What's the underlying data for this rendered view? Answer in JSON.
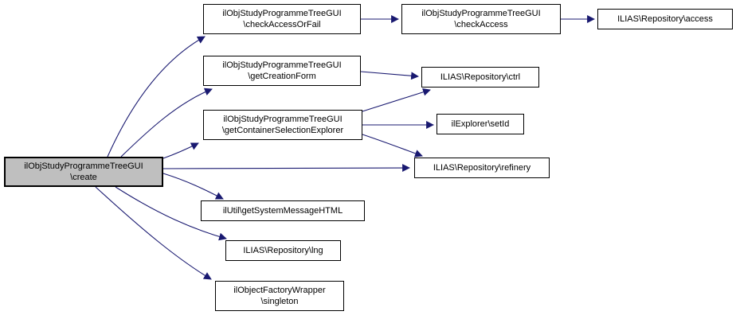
{
  "diagram": {
    "type": "call-graph",
    "background_color": "#ffffff",
    "edge_color": "#191970",
    "node_fill": "#ffffff",
    "node_border_color": "#000000",
    "highlighted_node_fill": "#bfbfbf"
  },
  "nodes": [
    {
      "id": "create",
      "label": "ilObjStudyProgrammeTreeGUI\n\\create",
      "highlighted": true
    },
    {
      "id": "checkAccessOrFail",
      "label": "ilObjStudyProgrammeTreeGUI\n\\checkAccessOrFail",
      "highlighted": false
    },
    {
      "id": "checkAccess",
      "label": "ilObjStudyProgrammeTreeGUI\n\\checkAccess",
      "highlighted": false
    },
    {
      "id": "access",
      "label": "ILIAS\\Repository\\access",
      "highlighted": false
    },
    {
      "id": "getCreationForm",
      "label": "ilObjStudyProgrammeTreeGUI\n\\getCreationForm",
      "highlighted": false
    },
    {
      "id": "ctrl",
      "label": "ILIAS\\Repository\\ctrl",
      "highlighted": false
    },
    {
      "id": "getContainerSelectionExplorer",
      "label": "ilObjStudyProgrammeTreeGUI\n\\getContainerSelectionExplorer",
      "highlighted": false
    },
    {
      "id": "setId",
      "label": "ilExplorer\\setId",
      "highlighted": false
    },
    {
      "id": "refinery",
      "label": "ILIAS\\Repository\\refinery",
      "highlighted": false
    },
    {
      "id": "getSystemMessageHTML",
      "label": "ilUtil\\getSystemMessageHTML",
      "highlighted": false
    },
    {
      "id": "lng",
      "label": "ILIAS\\Repository\\lng",
      "highlighted": false
    },
    {
      "id": "singleton",
      "label": "ilObjectFactoryWrapper\n\\singleton",
      "highlighted": false
    }
  ],
  "edges": [
    {
      "from": "create",
      "to": "checkAccessOrFail"
    },
    {
      "from": "create",
      "to": "getCreationForm"
    },
    {
      "from": "create",
      "to": "getContainerSelectionExplorer"
    },
    {
      "from": "create",
      "to": "refinery"
    },
    {
      "from": "create",
      "to": "getSystemMessageHTML"
    },
    {
      "from": "create",
      "to": "lng"
    },
    {
      "from": "create",
      "to": "singleton"
    },
    {
      "from": "checkAccessOrFail",
      "to": "checkAccess"
    },
    {
      "from": "checkAccess",
      "to": "access"
    },
    {
      "from": "getCreationForm",
      "to": "ctrl"
    },
    {
      "from": "getContainerSelectionExplorer",
      "to": "ctrl"
    },
    {
      "from": "getContainerSelectionExplorer",
      "to": "setId"
    },
    {
      "from": "getContainerSelectionExplorer",
      "to": "refinery"
    }
  ]
}
